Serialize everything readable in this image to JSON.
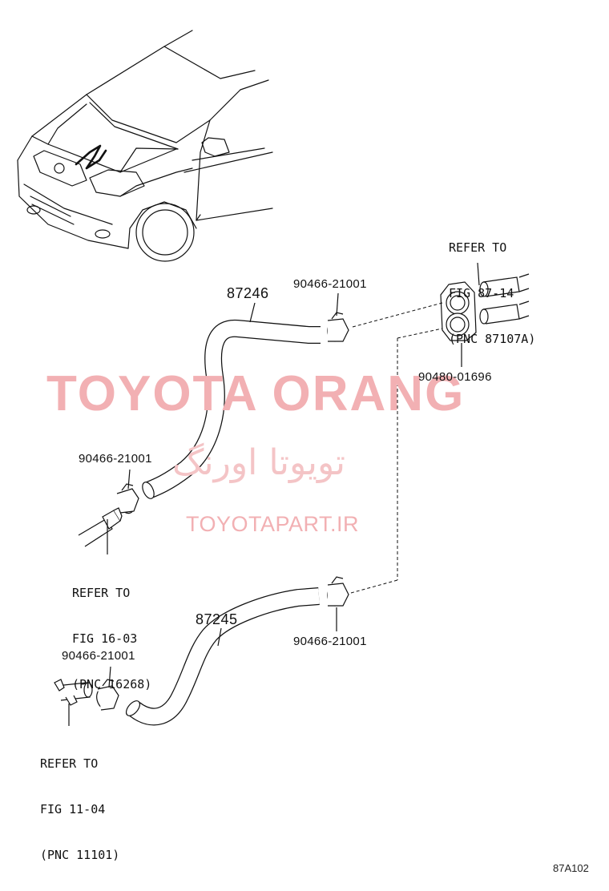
{
  "watermark": {
    "brand": "TOYOTA ORANG",
    "persian": "تویوتا اورنگ",
    "site": "TOYOTAPART.IR"
  },
  "parts": {
    "hose_upper": "87246",
    "hose_lower": "87245",
    "clamp_upper_right": "90466-21001",
    "clamp_upper_left": "90466-21001",
    "clamp_lower_right": "90466-21001",
    "clamp_lower_left": "90466-21001",
    "grommet": "90480-01696"
  },
  "refs": {
    "top_right": {
      "line1": "REFER TO",
      "line2": "FIG 87-14",
      "line3": "(PNC 87107A)"
    },
    "middle_left": {
      "line1": "REFER TO",
      "line2": "FIG 16-03",
      "line3": "(PNC 16268)"
    },
    "bottom_left": {
      "line1": "REFER TO",
      "line2": "FIG 11-04",
      "line3": "(PNC 11101)"
    }
  },
  "figure_code": "87A102"
}
